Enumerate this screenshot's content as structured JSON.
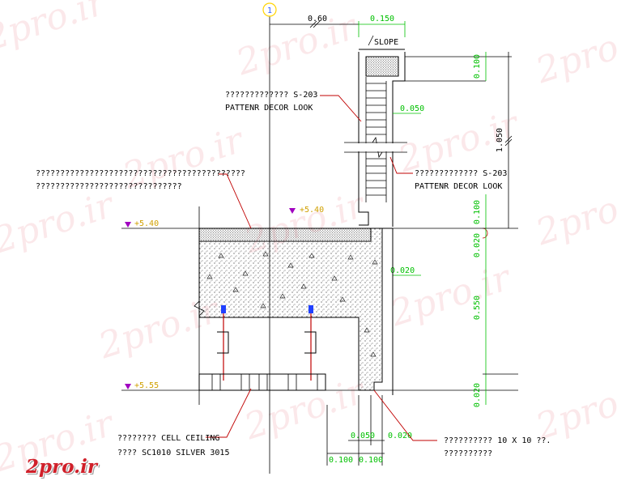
{
  "grid_marker": "1",
  "dims": {
    "top_offset": "0.60",
    "top_width": "0.150",
    "upper_height": "0.100",
    "inner_gap": "0.050",
    "overall_height": "1.050",
    "mid_height": "0.100",
    "mid_offset": "0.020",
    "side_gap": "0.020",
    "main_height": "0.550",
    "bottom_offset": "0.020",
    "base_a": "0.050",
    "base_b": "0.020",
    "base_c": "0.100",
    "base_d": "0.100"
  },
  "levels": {
    "upper": "+5.40",
    "upper_right": "+5.40",
    "lower": "+5.55"
  },
  "labels": {
    "slope": "SLOPE",
    "decor_top_code": "????????????? S-203",
    "decor_top_desc": "PATTENR DECOR LOOK",
    "decor_right_code": "????????????? S-203",
    "decor_right_desc": "PATTENR DECOR LOOK",
    "slab_note_1": "???????????????????????????????????????????",
    "slab_note_2": "??????????????????????????????",
    "ceiling_1": "???????? CELL CEILING",
    "ceiling_2": "???? SC1010 SILVER 3015",
    "angle_1": "?????????? 10 X 10 ??.",
    "angle_2": "??????????"
  },
  "watermark": "2pro.ir",
  "logo": "2pro.ir",
  "colors": {
    "line": "#000000",
    "dimension": "#00c000",
    "leader": "#c00000",
    "level": "#a000c0",
    "hatch": "#333333"
  }
}
